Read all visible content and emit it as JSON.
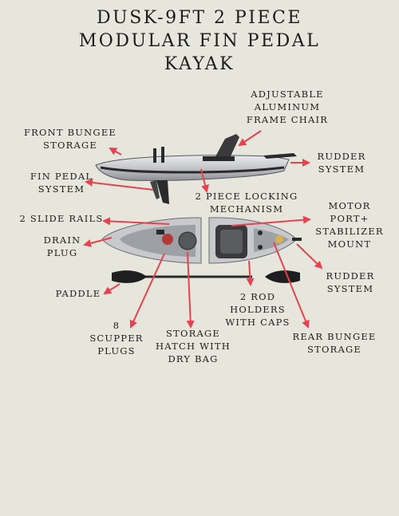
{
  "title": {
    "line1": "DUSK-9FT 2 PIECE",
    "line2": "MODULAR FIN PEDAL",
    "line3": "KAYAK"
  },
  "labels": {
    "adjustable_chair": "ADJUSTABLE\nALUMINUM\nFRAME CHAIR",
    "front_bungee": "FRONT BUNGEE\nSTORAGE",
    "rudder_system_top": "RUDDER\nSYSTEM",
    "fin_pedal": "FIN PEDAL\nSYSTEM",
    "locking_mechanism": "2 PIECE LOCKING\nMECHANISM",
    "slide_rails": "2 SLIDE RAILS",
    "motor_port": "MOTOR\nPORT+\nSTABILIZER\nMOUNT",
    "drain_plug": "DRAIN\nPLUG",
    "rudder_system_bottom": "RUDDER\nSYSTEM",
    "paddle": "PADDLE",
    "scupper_plugs": "8\nSCUPPER\nPLUGS",
    "storage_hatch": "STORAGE\nHATCH WITH\nDRY BAG",
    "rod_holders": "2 ROD\nHOLDERS\nWITH CAPS",
    "rear_bungee": "REAR BUNGEE\nSTORAGE"
  },
  "colors": {
    "background": "#e7e6dd",
    "arrow": "#e8414f",
    "hull": "#cfd1d4",
    "hull_dark": "#2a2a2c"
  }
}
